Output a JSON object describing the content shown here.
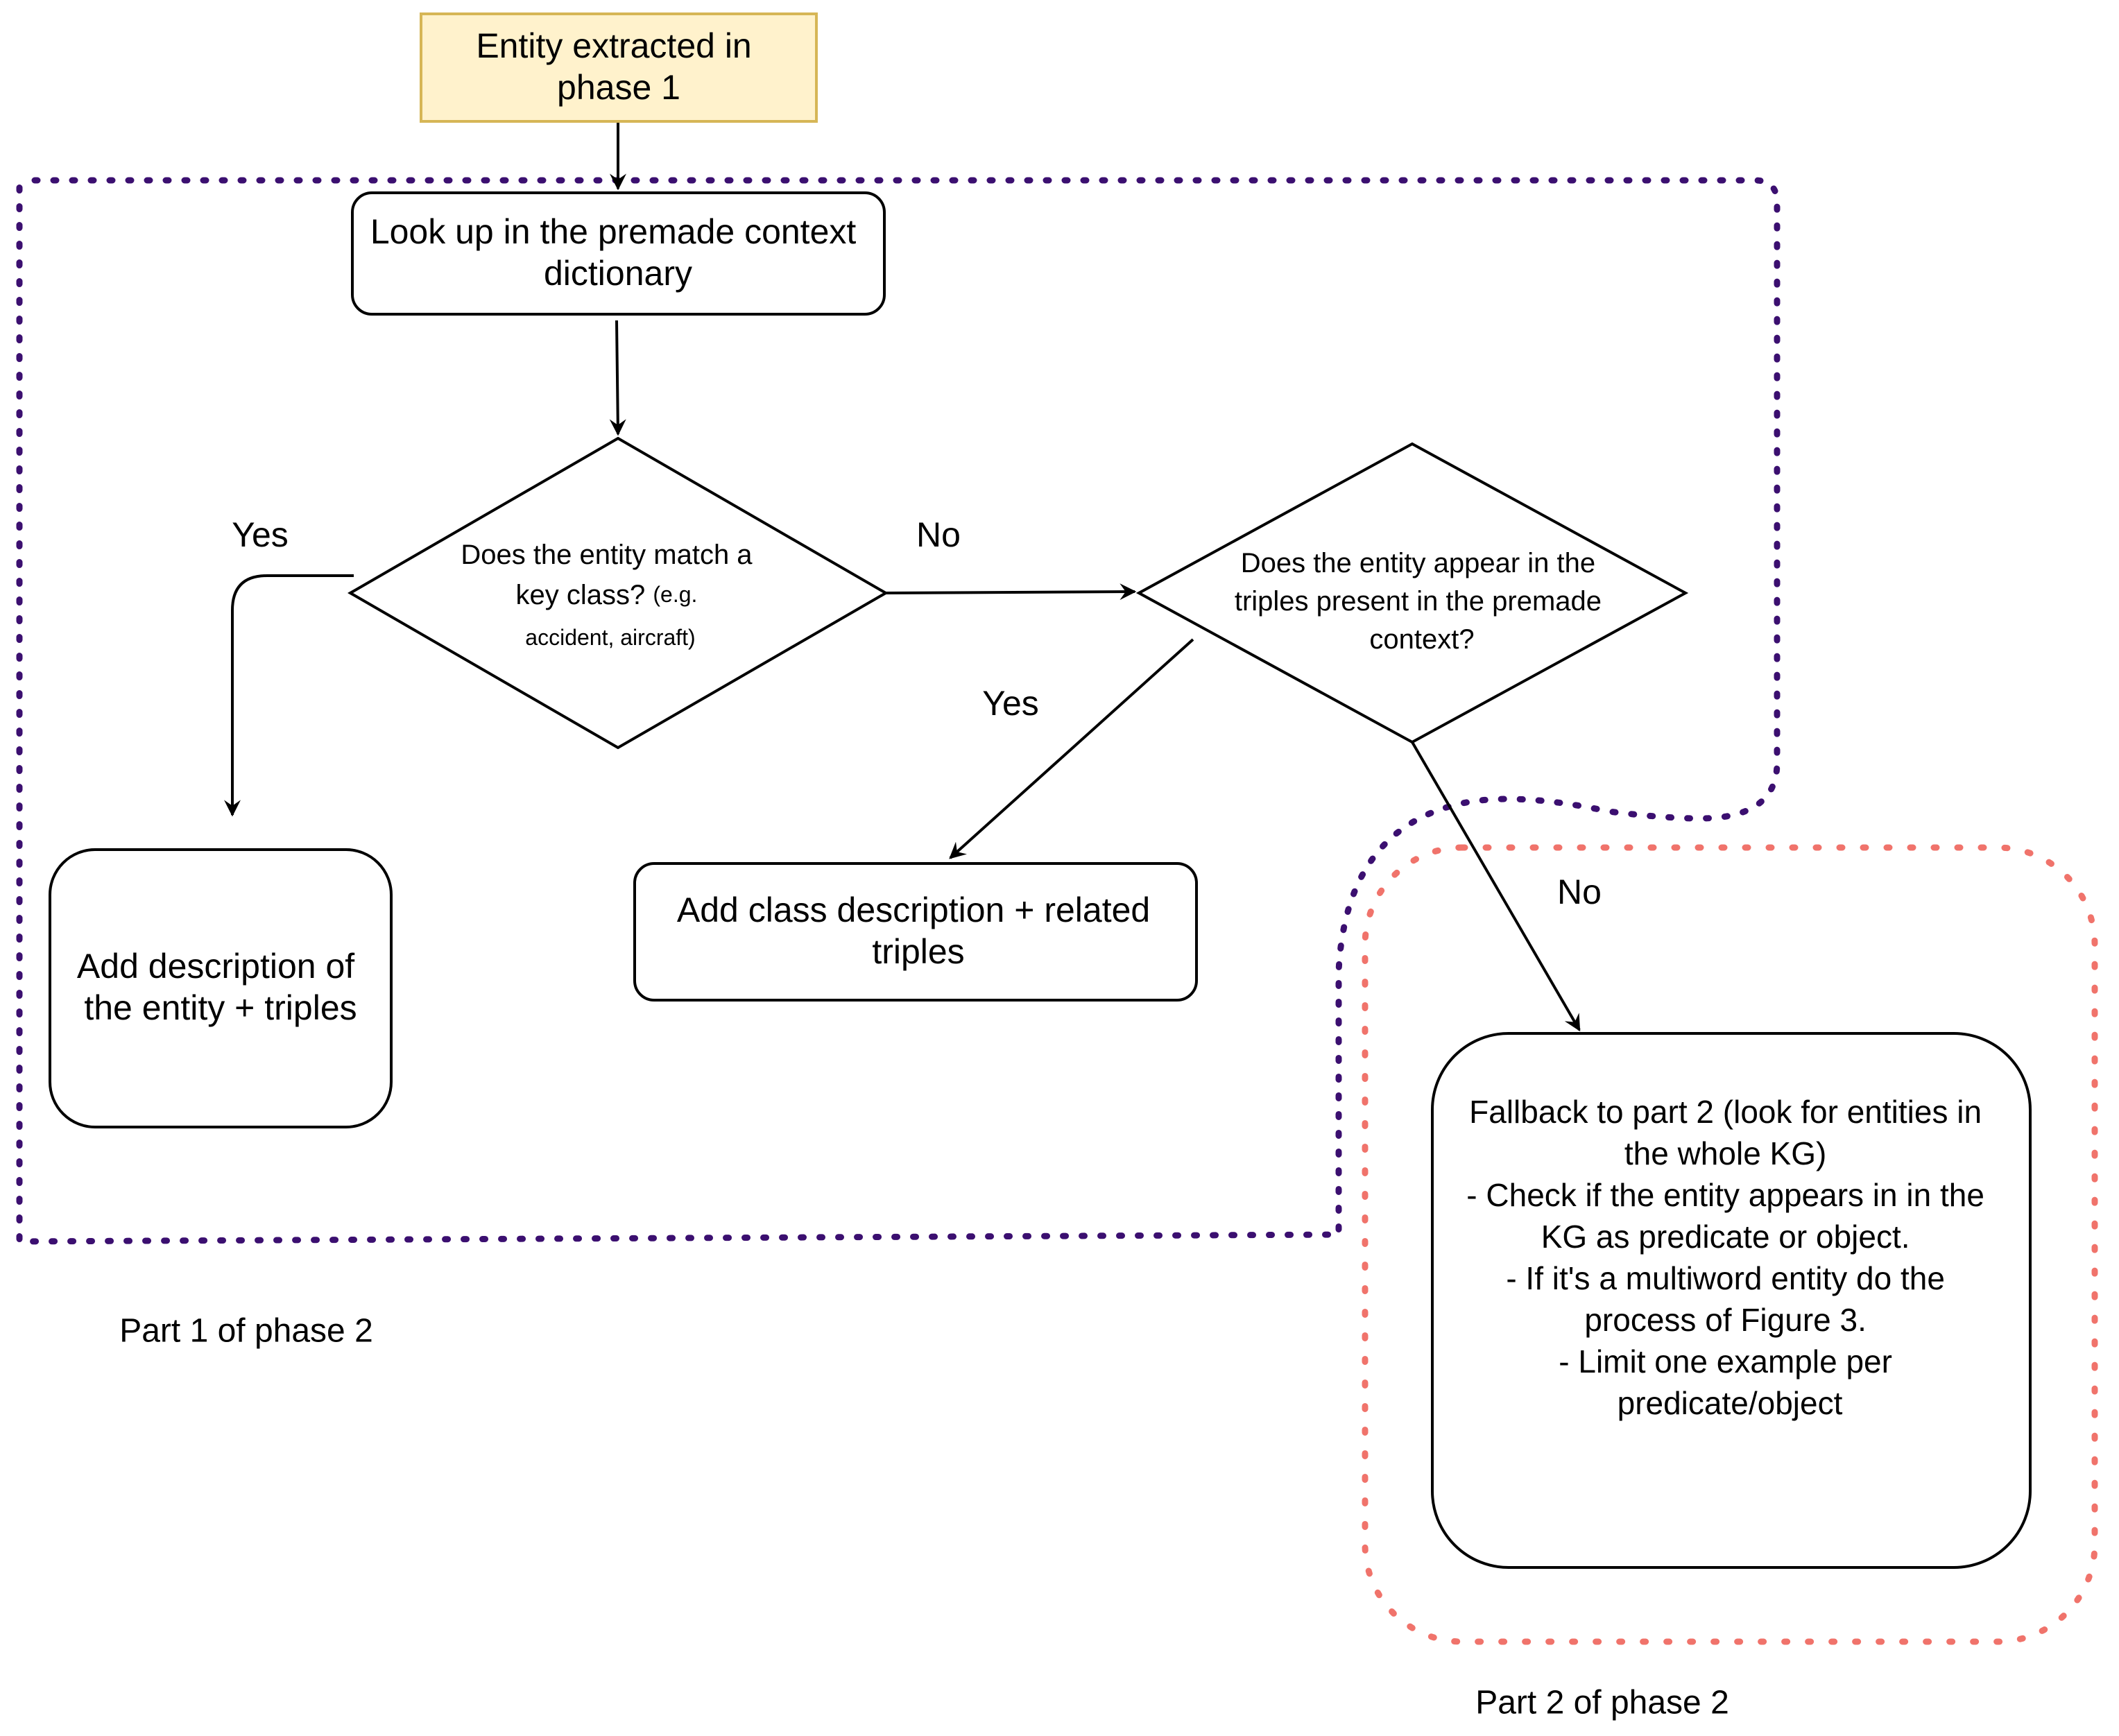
{
  "nodes": {
    "start": {
      "lines": [
        "Entity extracted in",
        "phase 1"
      ],
      "fill": "#fff2cc",
      "stroke": "#d6b656"
    },
    "lookup": {
      "lines": [
        "Look up in the premade context",
        "dictionary"
      ]
    },
    "decision1": {
      "line1": "Does the entity  match a",
      "line2_main": "key class?",
      "line2_small": "(e.g.",
      "line3": "accident, aircraft)"
    },
    "decision2": {
      "lines": [
        "Does the entity appear in the",
        "triples present in the premade",
        "context?"
      ]
    },
    "add_desc": {
      "lines": [
        "Add description of",
        "the entity + triples"
      ]
    },
    "add_class": {
      "lines": [
        "Add class description + related",
        "triples"
      ]
    },
    "fallback": {
      "lines": [
        "Fallback to part 2 (look for entities in",
        "the whole KG)",
        "",
        "- Check if the entity appears in in the",
        "KG as predicate or object.",
        "- If it's a multiword entity do the",
        "process of Figure 3.",
        "- Limit one example per",
        "predicate/object"
      ]
    }
  },
  "edge_labels": {
    "d1_yes": "Yes",
    "d1_no": "No",
    "d2_yes": "Yes",
    "d2_no": "No"
  },
  "regions": {
    "part1": {
      "label": "Part 1 of phase 2",
      "color": "#3b0f70"
    },
    "part2": {
      "label": "Part 2 of phase 2",
      "color": "#f0736b"
    }
  }
}
